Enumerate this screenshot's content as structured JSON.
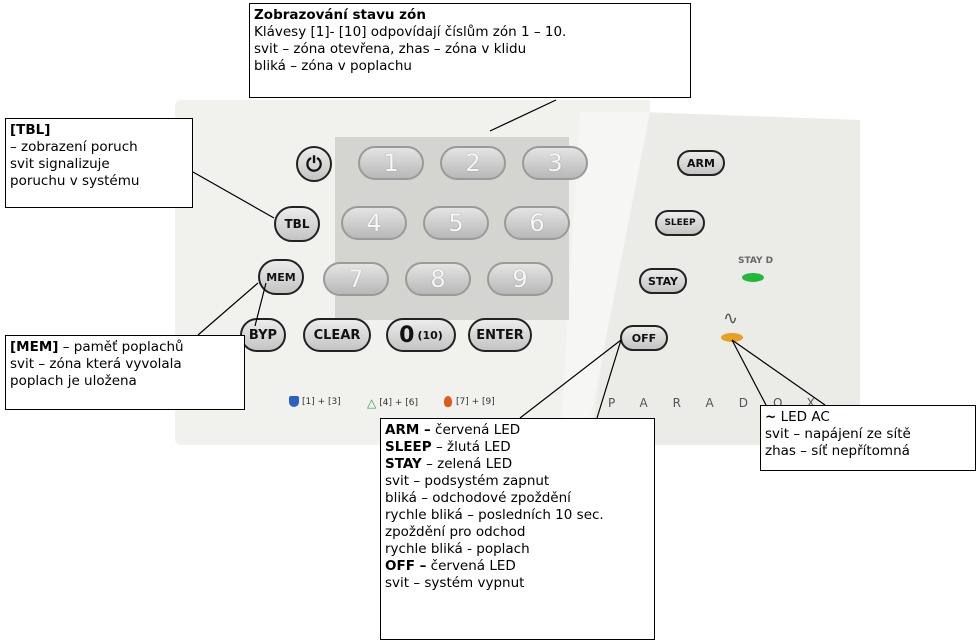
{
  "keypad": {
    "power_glyph": "⏻",
    "tbl": "TBL",
    "mem": "MEM",
    "byp": "BYP",
    "clear": "CLEAR",
    "zero": "0",
    "zero_sub": "(10)",
    "enter": "ENTER",
    "digits": [
      "1",
      "2",
      "3",
      "4",
      "5",
      "6",
      "7",
      "8",
      "9"
    ],
    "arm": "ARM",
    "sleep": "SLEEP",
    "stay": "STAY",
    "off": "OFF",
    "stay_led_label": "STAY D",
    "ac_glyph": "∿",
    "brand": "PARADOX",
    "legend_1": "[1] + [3]",
    "legend_2": "[4] + [6]",
    "legend_3": "[7] + [9]"
  },
  "callouts": {
    "zones": {
      "title": "Zobrazování stavu zón",
      "lines": [
        "Klávesy [1]- [10] odpovídají číslům zón 1 – 10.",
        "svit – zóna otevřena, zhas – zóna v klidu",
        "bliká – zóna v poplachu"
      ]
    },
    "tbl": {
      "title": "[TBL]",
      "lines": [
        "– zobrazení poruch",
        "svit signalizuje",
        "poruchu v systému"
      ]
    },
    "mem": {
      "title": "[MEM]",
      "title_rest": " – paměť poplachů",
      "lines": [
        "svit – zóna která vyvolala",
        "poplach je uložena"
      ]
    },
    "arm": {
      "arm": "ARM –",
      "arm_rest": " červená LED",
      "sleep": "SLEEP",
      "sleep_rest": " – žlutá LED",
      "stay": "STAY",
      "stay_rest": " – zelená LED",
      "lines": [
        "svit – podsystém zapnut",
        "bliká – odchodové zpoždění",
        "rychle bliká – posledních 10 sec.",
        "zpoždění pro odchod",
        "rychle bliká - poplach"
      ],
      "off": "OFF –",
      "off_rest": " červená LED",
      "last": "svit – systém vypnut"
    },
    "ac": {
      "title": "~",
      "title_rest": " LED AC",
      "lines": [
        "svit – napájení ze sítě",
        "zhas – síť nepřítomná"
      ]
    }
  },
  "colors": {
    "panel": "#f1f1ee",
    "zone_shade": "#d4d4d1",
    "stay_led": "#22b83a",
    "ac_led": "#e8a020"
  }
}
